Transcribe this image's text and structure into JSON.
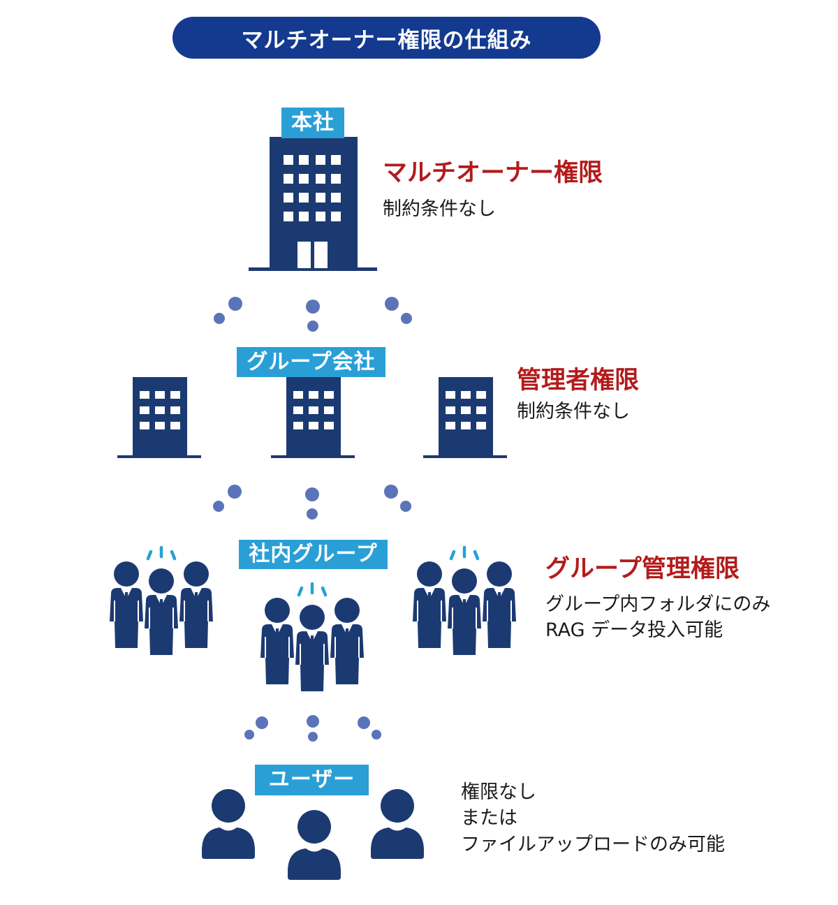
{
  "title": "マルチオーナー権限の仕組み",
  "tiers": [
    {
      "label": "本社",
      "role": "マルチオーナー権限",
      "description": [
        "制約条件なし"
      ]
    },
    {
      "label": "グループ会社",
      "role": "管理者権限",
      "description": [
        "制約条件なし"
      ]
    },
    {
      "label": "社内グループ",
      "role": "グループ管理権限",
      "description": [
        "グループ内フォルダにのみ",
        "RAG データ投入可能"
      ]
    },
    {
      "label": "ユーザー",
      "description": [
        "権限なし",
        "または",
        "ファイルアップロードのみ可能"
      ]
    }
  ],
  "colors": {
    "title_bg": "#133a8f",
    "label_bg": "#2a9fd6",
    "icon": "#1c3a72",
    "accent_red": "#b31b1b",
    "dots": "#5b73b8"
  },
  "icons": [
    "headquarters-building-icon",
    "office-building-icon",
    "people-group-icon",
    "user-icon"
  ]
}
